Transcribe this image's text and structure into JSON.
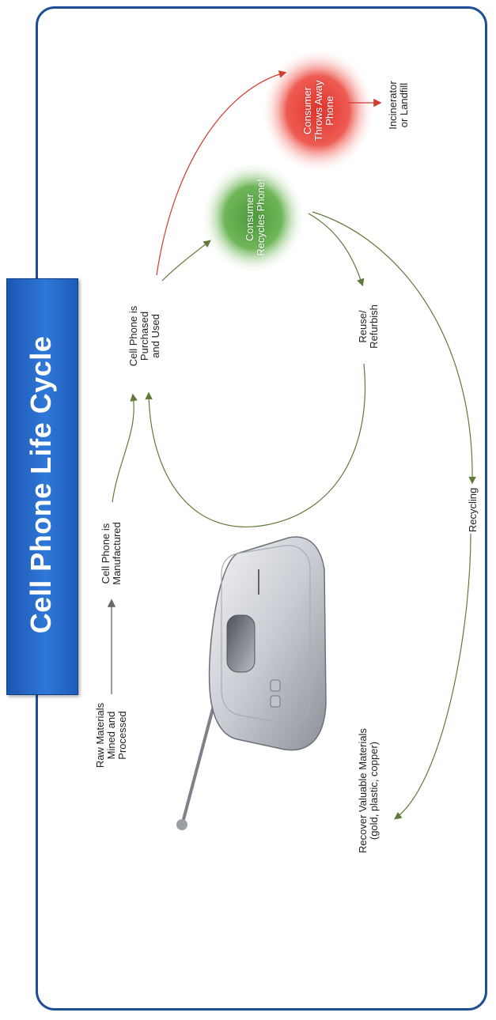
{
  "title": "Cell Phone Life Cycle",
  "stages": {
    "raw_materials": "Raw Materials\nMined and\nProcessed",
    "manufactured": "Cell Phone is\nManufactured",
    "purchased_used": "Cell Phone is\nPurchased\nand Used",
    "consumer_recycles": "Consumer\nRecycles Phone!",
    "consumer_throws_away": "Consumer\nThrows Away\nPhone",
    "incinerator_landfill": "Incinerator\nor Landfill",
    "reuse_refurbish": "Reuse/\nRefurbish",
    "recycling": "Recycling",
    "recover_materials": "Recover Valuable Materials\n(gold, plastic, copper)"
  },
  "colors": {
    "frame": "#1f4e96",
    "title_bg": "#2a6cd0",
    "recycle_circle": "#5fae4a",
    "throw_circle": "#e8463c",
    "arrow_red": "#d23b2f",
    "arrow_green": "#5f7a3a",
    "arrow_gray": "#666666"
  },
  "icons": {
    "phone": "flip-phone-illustration"
  }
}
